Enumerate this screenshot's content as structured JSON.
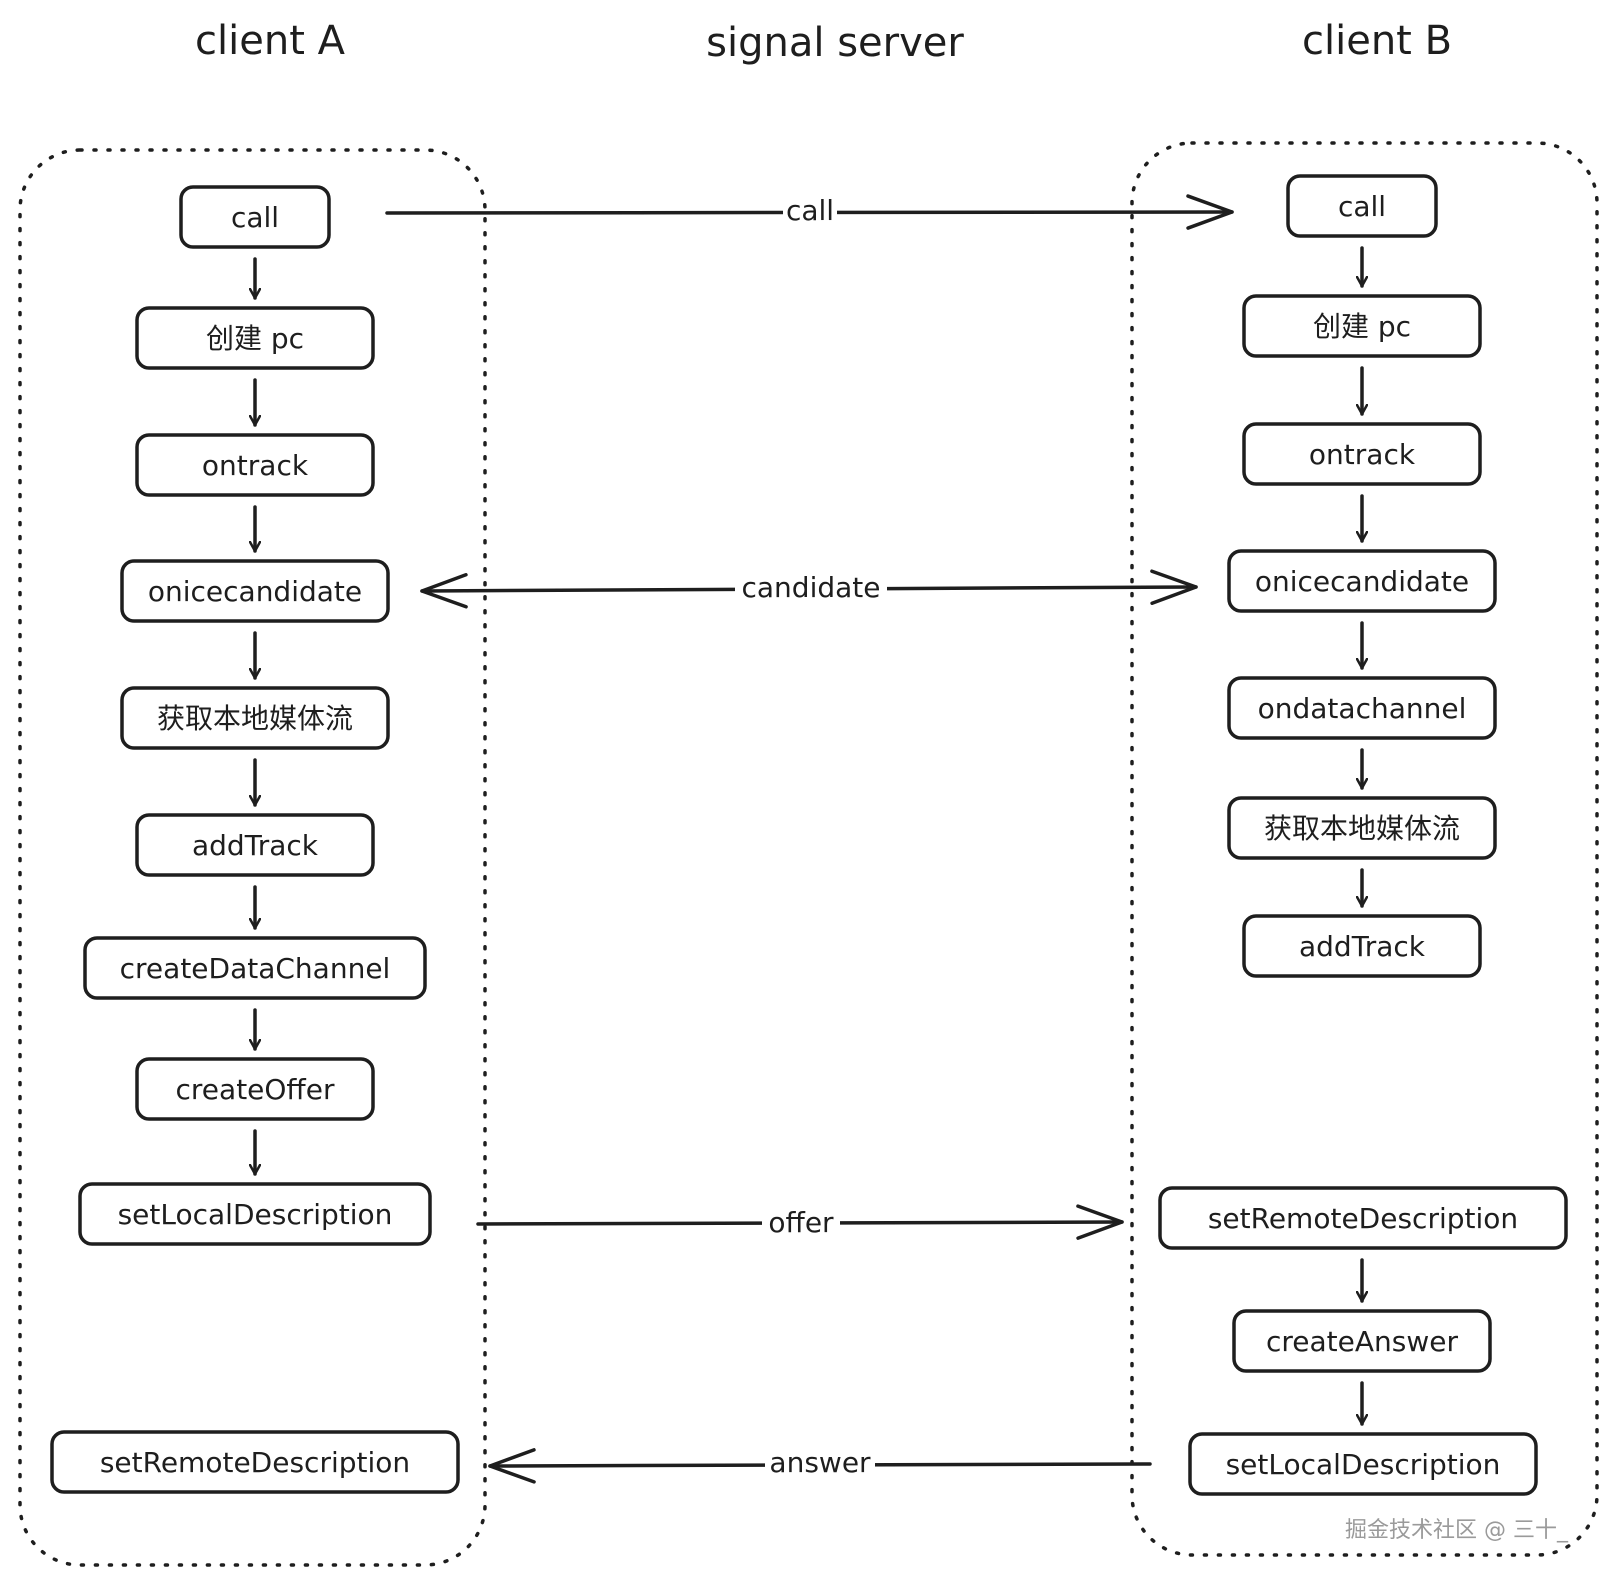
{
  "titles": {
    "client_a": "client A",
    "server": "signal server",
    "client_b": "client B"
  },
  "client_a": {
    "steps": [
      "call",
      "创建 pc",
      "ontrack",
      "onicecandidate",
      "获取本地媒体流",
      "addTrack",
      "createDataChannel",
      "createOffer",
      "setLocalDescription",
      "setRemoteDescription"
    ]
  },
  "client_b": {
    "steps": [
      "call",
      "创建 pc",
      "ontrack",
      "onicecandidate",
      "ondatachannel",
      "获取本地媒体流",
      "addTrack",
      "setRemoteDescription",
      "createAnswer",
      "setLocalDescription"
    ]
  },
  "messages": {
    "call": "call",
    "candidate": "candidate",
    "offer": "offer",
    "answer": "answer"
  },
  "watermark": "掘金技术社区 @ 三十_"
}
